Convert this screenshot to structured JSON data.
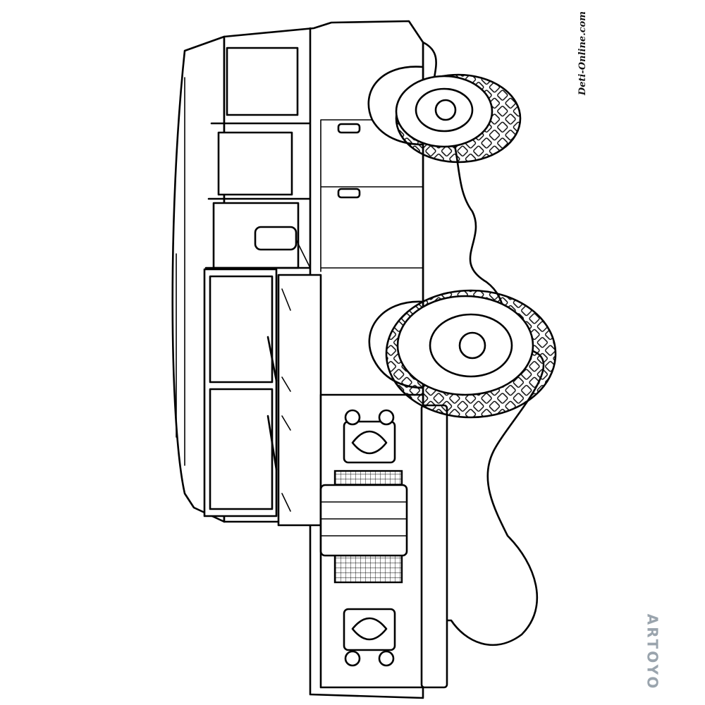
{
  "image": {
    "subject": "Off-road SUV line-art coloring page (rotated 90°)",
    "colors": {
      "ink": "#000000",
      "background": "#ffffff",
      "watermark_gray": "#9aa4ad"
    }
  },
  "watermarks": {
    "site": "Deti-Online.com",
    "brand": "ARTOYO"
  }
}
